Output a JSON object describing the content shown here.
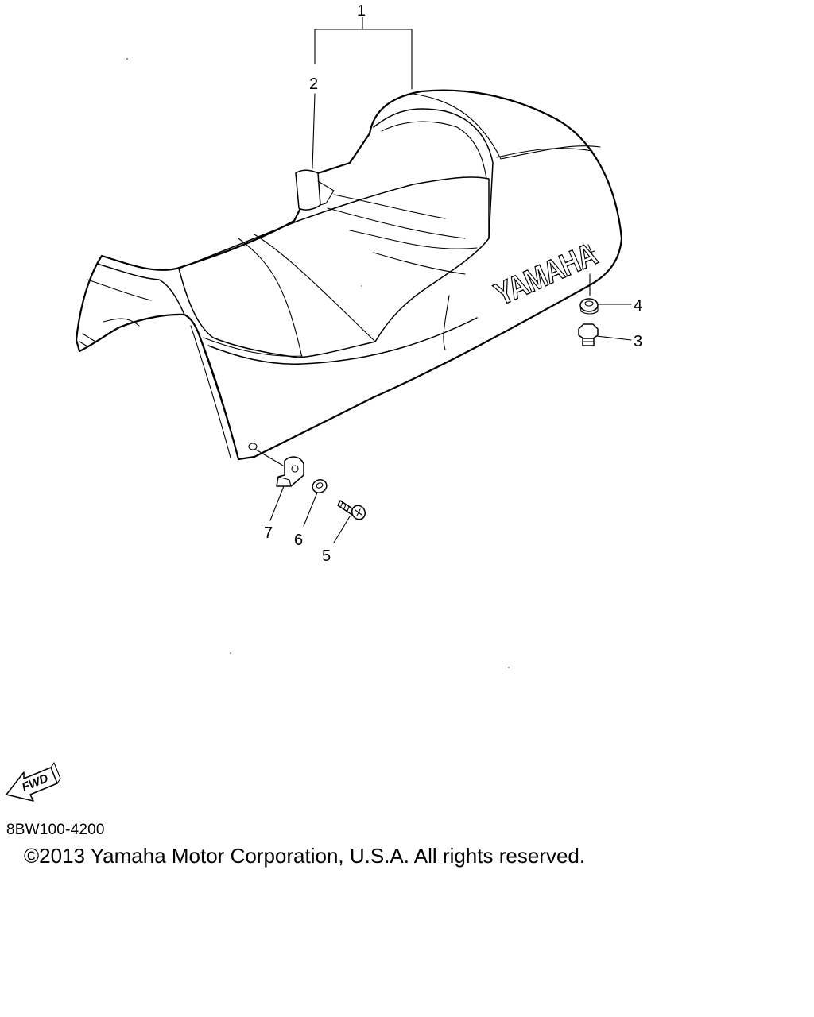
{
  "diagram": {
    "brand_text": "YAMAHA",
    "fwd_label": "FWD",
    "callouts": [
      {
        "id": "1",
        "label": "1"
      },
      {
        "id": "2",
        "label": "2"
      },
      {
        "id": "3",
        "label": "3"
      },
      {
        "id": "4",
        "label": "4"
      },
      {
        "id": "5",
        "label": "5"
      },
      {
        "id": "6",
        "label": "6"
      },
      {
        "id": "7",
        "label": "7"
      }
    ]
  },
  "footer": {
    "diagram_code": "8BW100-4200",
    "copyright": "©2013 Yamaha Motor Corporation, U.S.A. All rights reserved."
  },
  "colors": {
    "line": "#000000",
    "background": "#ffffff"
  }
}
